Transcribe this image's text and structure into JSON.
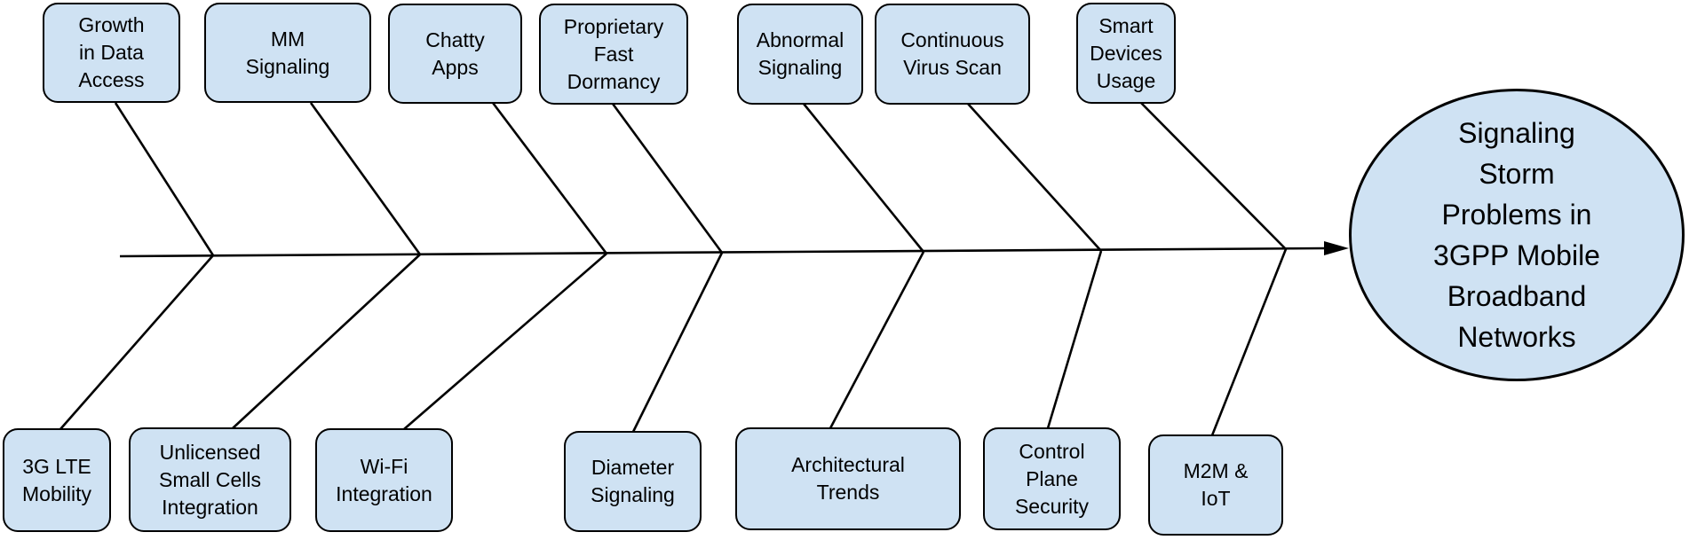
{
  "diagram": {
    "type": "fishbone",
    "effect": {
      "label_lines": [
        "Signaling",
        "Storm",
        "Problems in",
        "3GPP Mobile",
        "Broadband",
        "Networks"
      ]
    },
    "top_causes": [
      {
        "label_lines": [
          "Growth",
          "in Data",
          "Access"
        ]
      },
      {
        "label_lines": [
          "MM",
          "Signaling"
        ]
      },
      {
        "label_lines": [
          "Chatty",
          "Apps"
        ]
      },
      {
        "label_lines": [
          "Proprietary",
          "Fast",
          "Dormancy"
        ]
      },
      {
        "label_lines": [
          "Abnormal",
          "Signaling"
        ]
      },
      {
        "label_lines": [
          "Continuous",
          "Virus Scan"
        ]
      },
      {
        "label_lines": [
          "Smart",
          "Devices",
          "Usage"
        ]
      }
    ],
    "bottom_causes": [
      {
        "label_lines": [
          "3G LTE",
          "Mobility"
        ]
      },
      {
        "label_lines": [
          "Unlicensed",
          "Small Cells",
          "Integration"
        ]
      },
      {
        "label_lines": [
          "Wi-Fi",
          "Integration"
        ]
      },
      {
        "label_lines": [
          "Diameter",
          "Signaling"
        ]
      },
      {
        "label_lines": [
          "Architectural",
          "Trends"
        ]
      },
      {
        "label_lines": [
          "Control",
          "Plane",
          "Security"
        ]
      },
      {
        "label_lines": [
          "M2M &",
          "IoT"
        ]
      }
    ],
    "colors": {
      "node_fill": "#cfe2f3",
      "node_border": "#000000",
      "line": "#000000",
      "text": "#000000",
      "background": "#ffffff"
    }
  }
}
